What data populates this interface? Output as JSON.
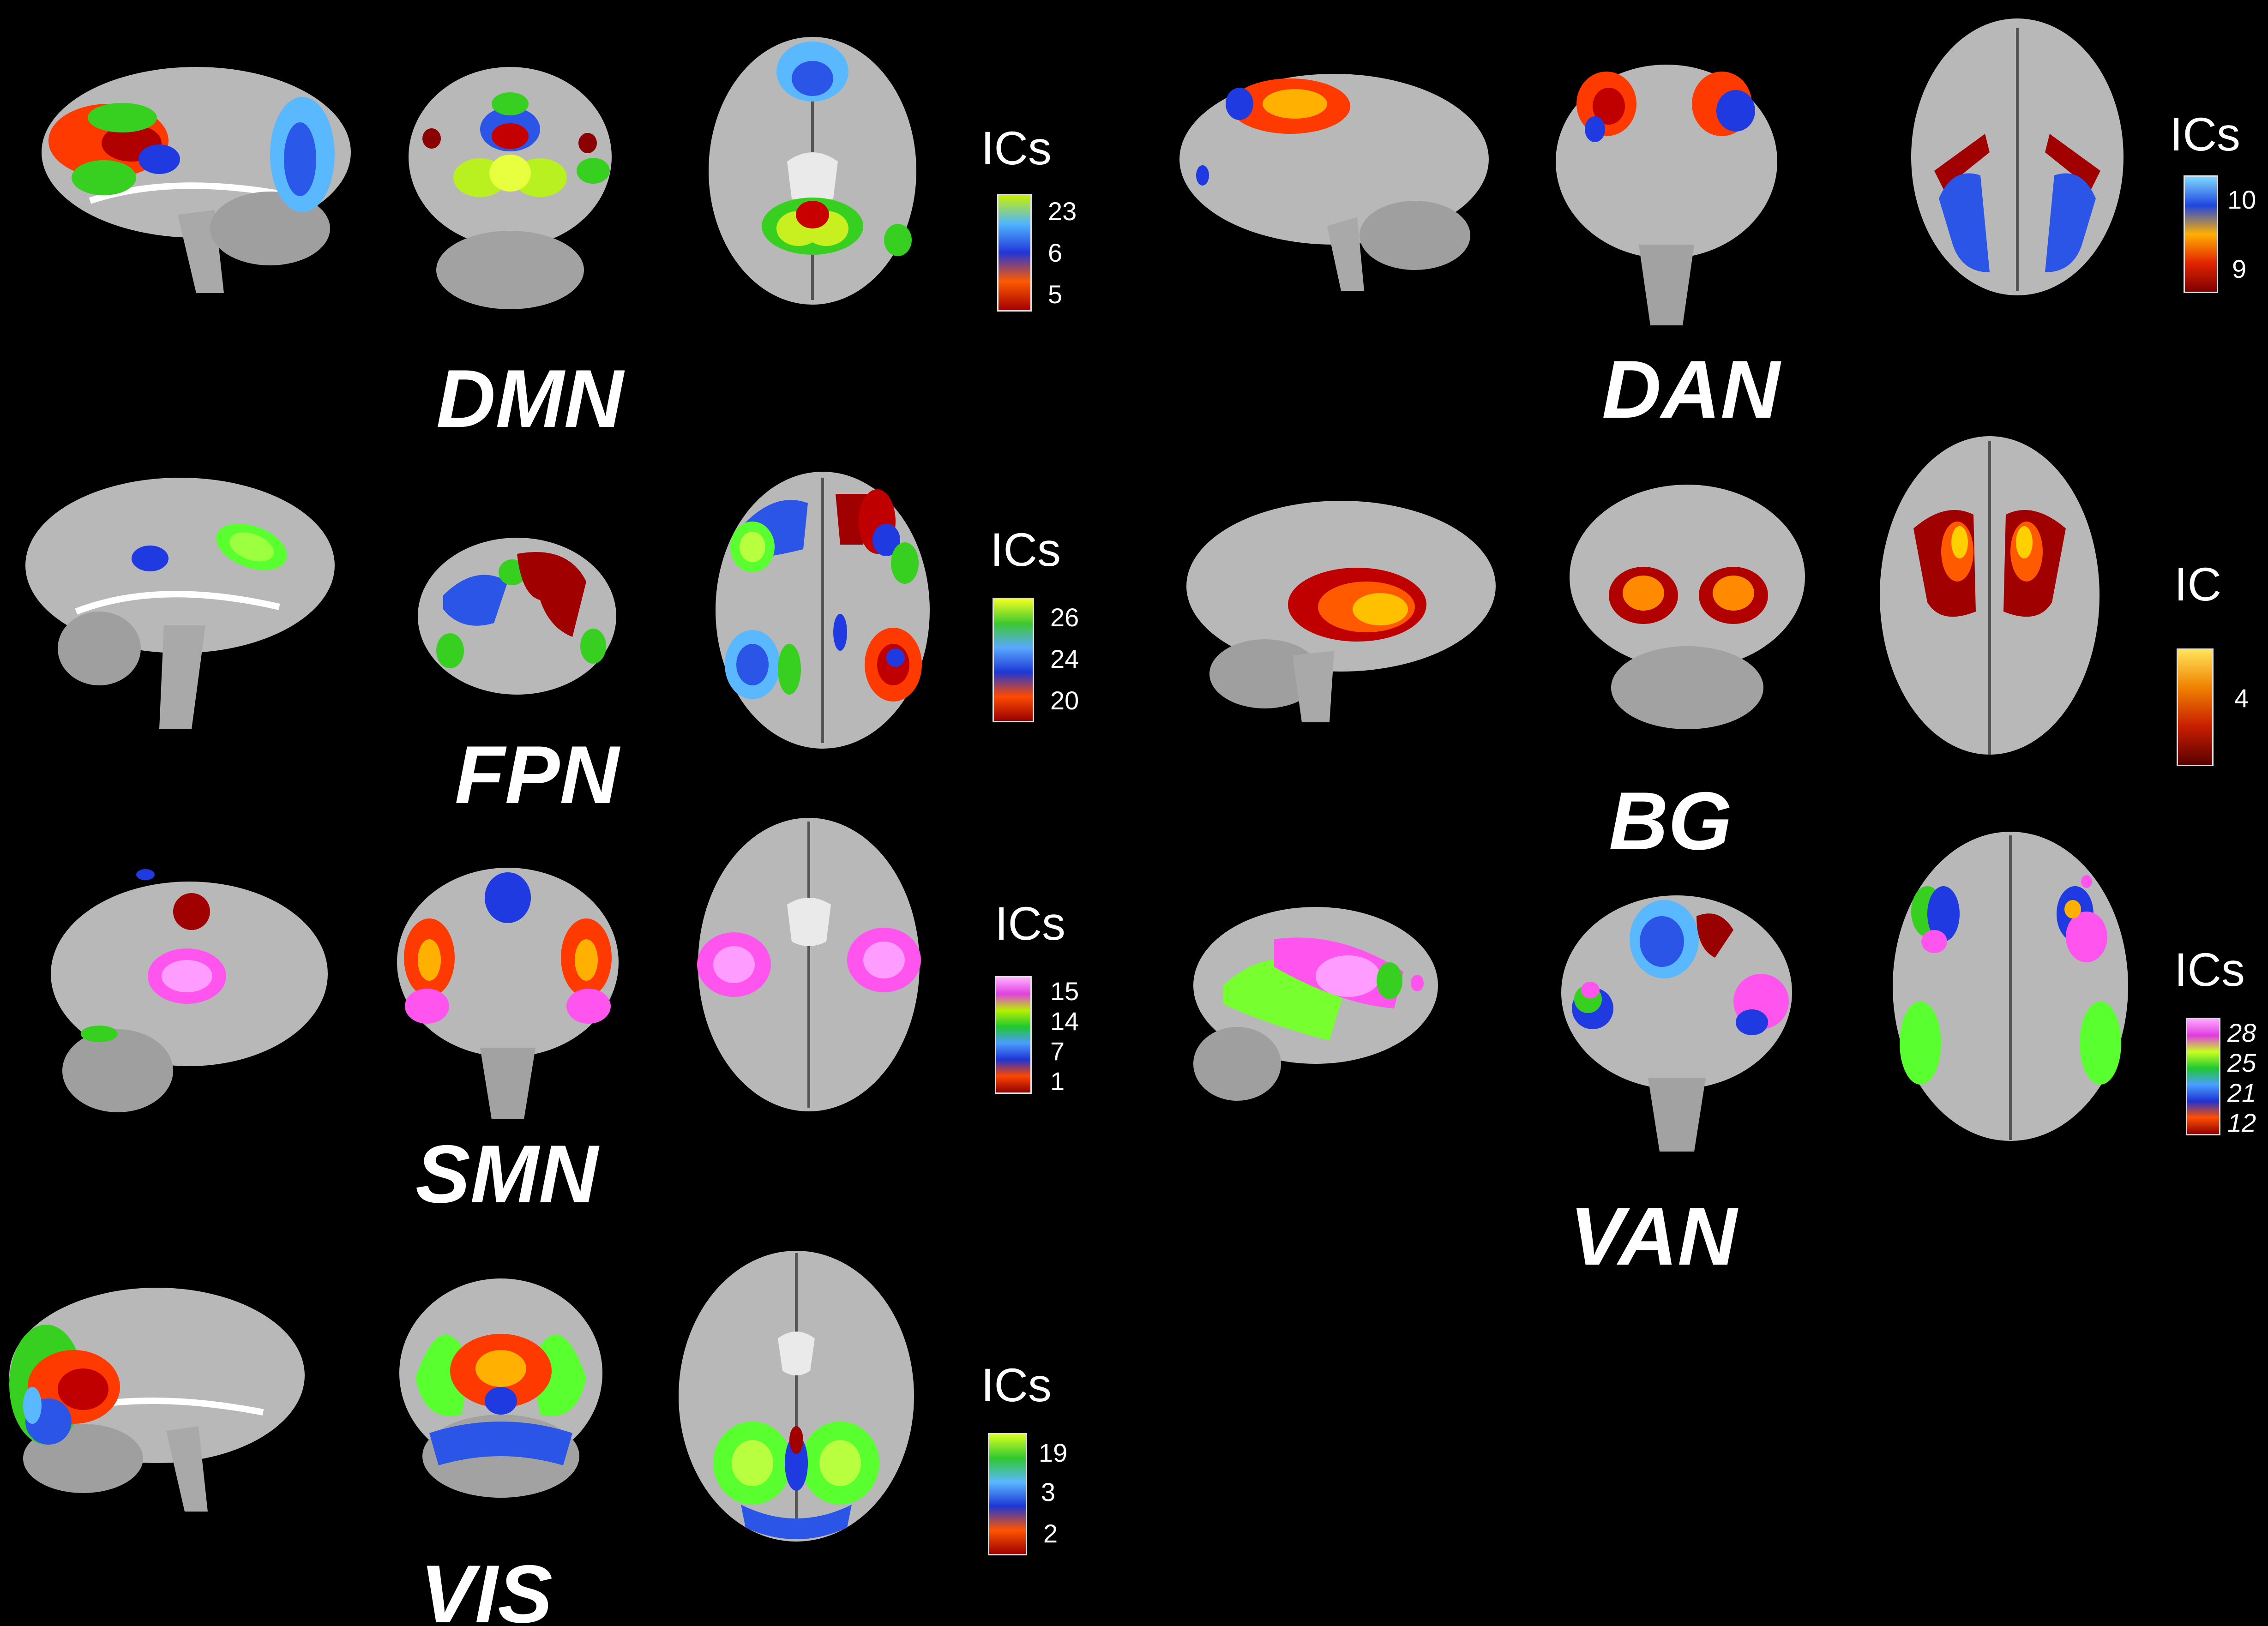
{
  "panels": {
    "dmn": {
      "label": "DMN",
      "legend_title": "ICs",
      "legend_values": [
        "23",
        "6",
        "5"
      ],
      "colorbar": [
        "#c8f000",
        "#4fb5ff",
        "#2235d8",
        "#ff5a00",
        "#a50000"
      ]
    },
    "dan": {
      "label": "DAN",
      "legend_title": "ICs",
      "legend_values": [
        "10",
        "9"
      ],
      "colorbar": [
        "#7fd8ff",
        "#1e46e0",
        "#ffb000",
        "#e32400",
        "#7e0000"
      ]
    },
    "fpn": {
      "label": "FPN",
      "legend_title": "ICs",
      "legend_values": [
        "26",
        "24",
        "20"
      ],
      "colorbar": [
        "#f0ff20",
        "#3ec830",
        "#5aa8ff",
        "#1d38d6",
        "#ff4a00",
        "#990000"
      ]
    },
    "bg": {
      "label": "BG",
      "legend_title": "IC",
      "legend_values": [
        "4"
      ],
      "colorbar": [
        "#ffe45a",
        "#f08000",
        "#c81e00",
        "#5a0000"
      ]
    },
    "smn": {
      "label": "SMN",
      "legend_title": "ICs",
      "legend_values": [
        "15",
        "14",
        "7",
        "1"
      ],
      "colorbar": [
        "#ffb0ff",
        "#e040e0",
        "#b8f000",
        "#20c830",
        "#4b9cff",
        "#1e34d4",
        "#ff4600",
        "#8f0000"
      ]
    },
    "van": {
      "label": "VAN",
      "legend_title": "ICs",
      "legend_values": [
        "28",
        "25",
        "21",
        "12"
      ],
      "colorbar": [
        "#ffa8ff",
        "#e03ce0",
        "#c8ff20",
        "#20c830",
        "#4aa0ff",
        "#1e32d2",
        "#ff5000",
        "#900000"
      ]
    },
    "vis": {
      "label": "VIS",
      "legend_title": "ICs",
      "legend_values": [
        "19",
        "3",
        "2"
      ],
      "colorbar": [
        "#d8ff20",
        "#30c830",
        "#5ab8ff",
        "#1c36d6",
        "#ff5500",
        "#a00000"
      ]
    }
  }
}
